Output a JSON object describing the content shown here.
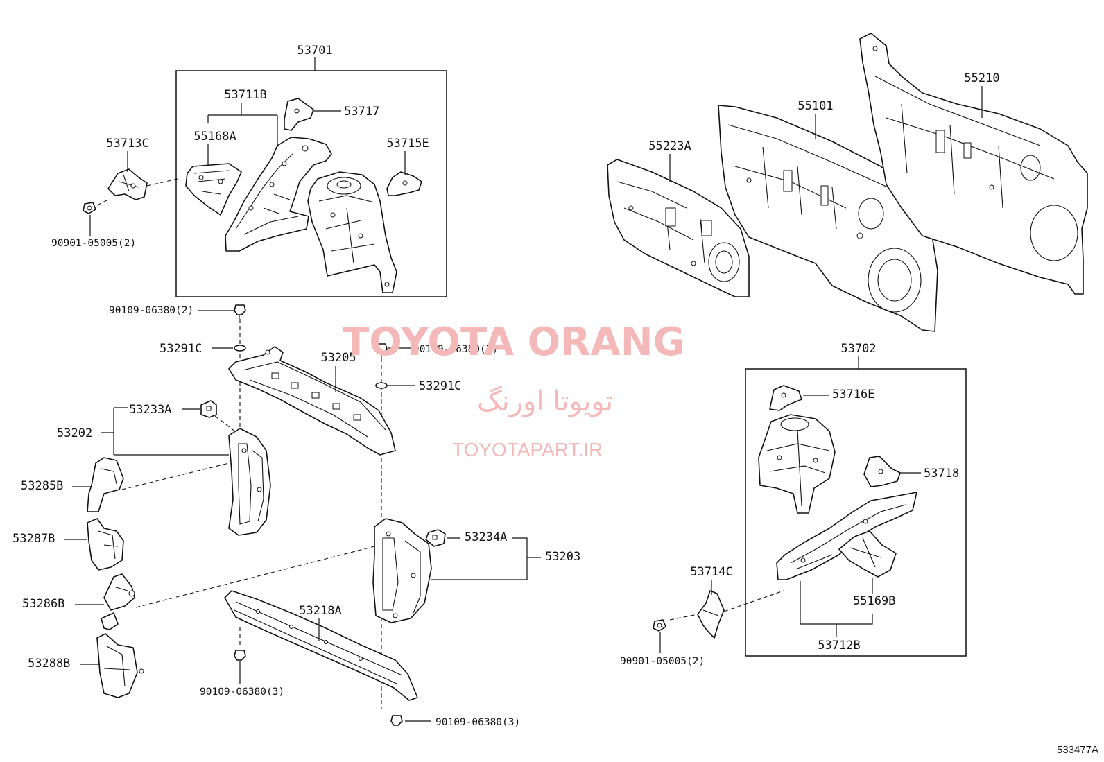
{
  "labels": {
    "p53701": "53701",
    "p53711B": "53711B",
    "p53717": "53717",
    "p55168A": "55168A",
    "p53715E": "53715E",
    "p53713C": "53713C",
    "b90901_left": "90901-05005(2)",
    "b90109_a": "90109-06380(2)",
    "b90109_b": "90109-06380(2)",
    "p53291C_a": "53291C",
    "p53291C_b": "53291C",
    "p53205": "53205",
    "p53233A": "53233A",
    "p53202": "53202",
    "p53285B": "53285B",
    "p53287B": "53287B",
    "p53286B": "53286B",
    "p53288B": "53288B",
    "p53218A": "53218A",
    "b90109_c": "90109-06380(3)",
    "b90109_d": "90109-06380(3)",
    "p53234A": "53234A",
    "p53203": "53203",
    "p55223A": "55223A",
    "p55101": "55101",
    "p55210": "55210",
    "p53702": "53702",
    "p53716E": "53716E",
    "p53718": "53718",
    "p53714C": "53714C",
    "p55169B": "55169B",
    "p53712B": "53712B",
    "b90901_right": "90901-05005(2)"
  },
  "watermark": {
    "title": "TOYOTA ORANG",
    "persian": "تویوتا اورنگ",
    "url": "TOYOTAPART.IR"
  },
  "diagram_code": "533477A"
}
